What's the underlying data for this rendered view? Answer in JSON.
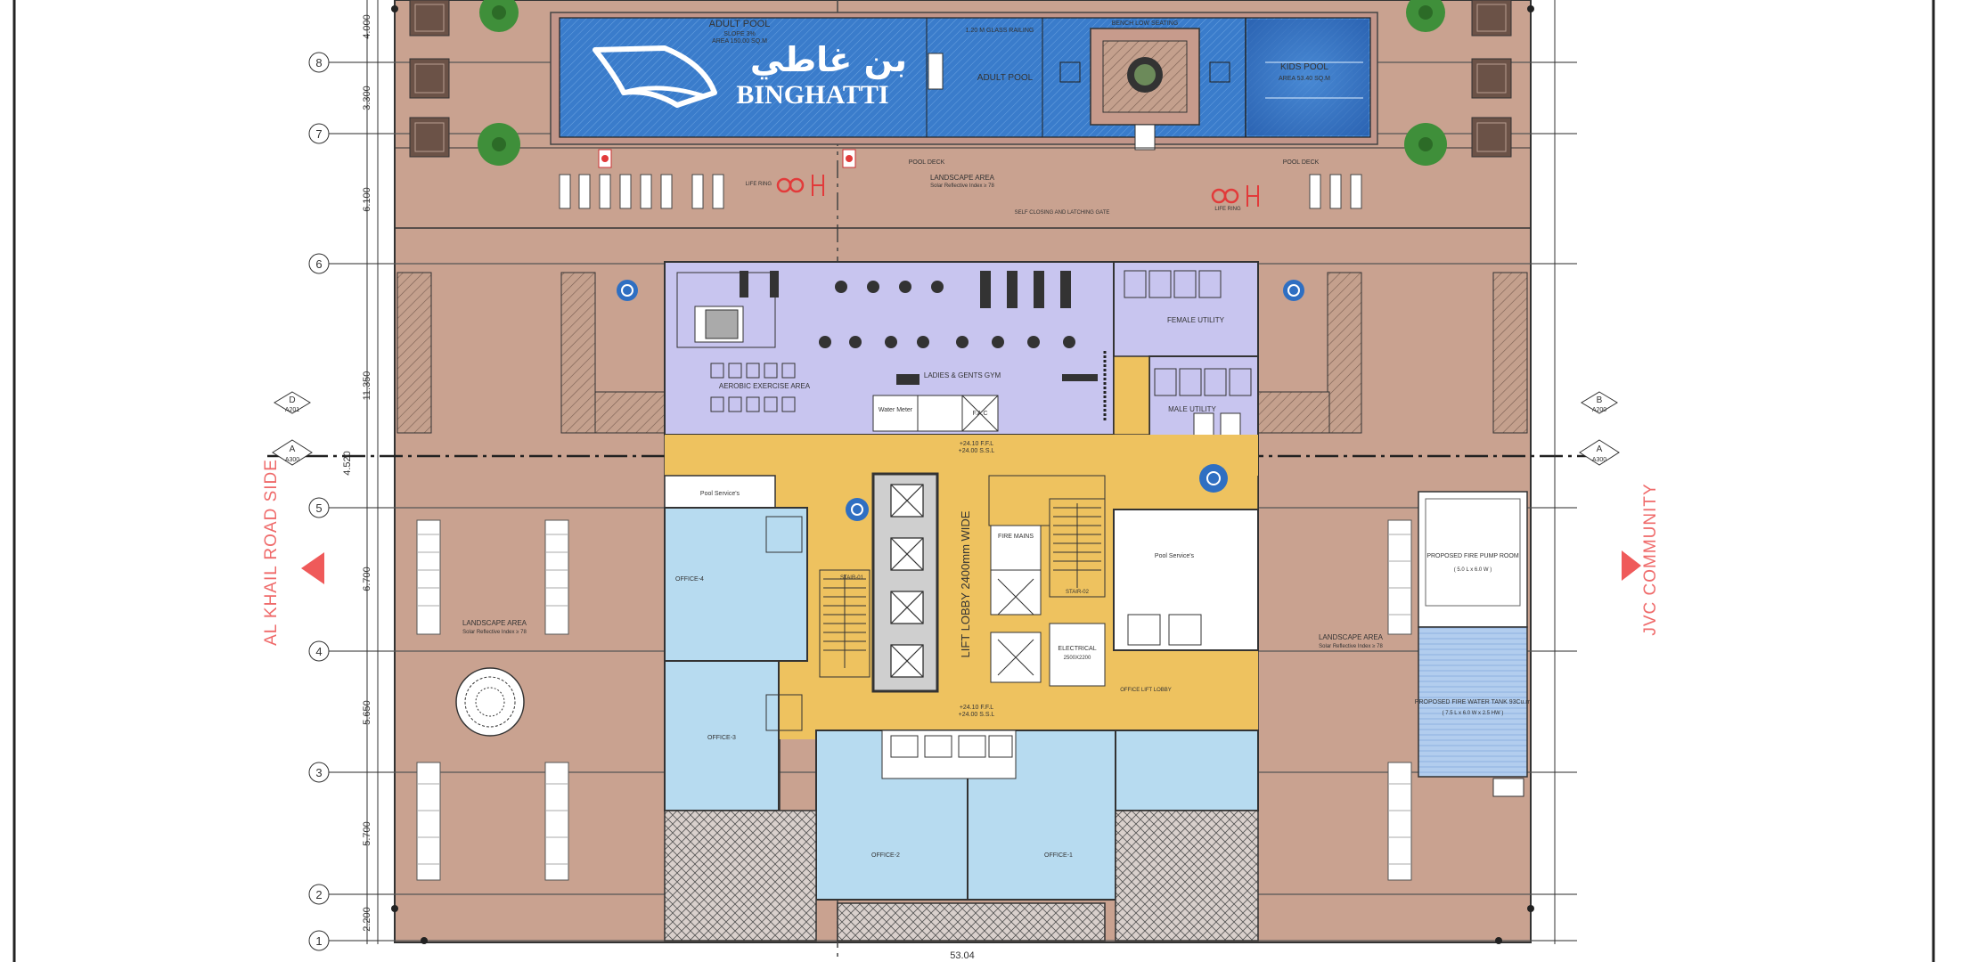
{
  "brand": {
    "name": "BINGHATTI",
    "name_arabic": "بن غاطي"
  },
  "pools": {
    "adult_pool_heading": "ADULT POOL",
    "adult_pool_sub1": "SLOPE 3%",
    "adult_pool_sub2": "AREA 150.00 SQ.M",
    "adult_pool_label": "ADULT POOL",
    "kids_pool_label": "KIDS POOL",
    "kids_pool_area": "AREA 53.40 SQ.M",
    "railing_label": "1.20 M GLASS RAILING",
    "pool_deck": "POOL DECK",
    "bench": "BENCH LOW SEATING",
    "life_ring": "LIFE RING",
    "landscape": "LANDSCAPE AREA",
    "landscape_sub": "Solar Reflective Index ≥ 78",
    "gate": "SELF CLOSING AND LATCHING GATE"
  },
  "rooms": {
    "aerobic": "AEROBIC EXERCISE AREA",
    "gym": "LADIES & GENTS GYM",
    "female_utility": "FEMALE UTILITY",
    "male_utility": "MALE UTILITY",
    "water_meter": "Water Meter",
    "fac": "F.A.C",
    "pool_services": "Pool Service's",
    "lift_lobby": "LIFT LOBBY 2400mm WIDE",
    "fire_mains": "FIRE MAINS",
    "electrical": "ELECTRICAL",
    "electrical_size": "2500X2200",
    "stair1": "STAIR-01",
    "stair2": "STAIR-02",
    "office_lift_lobby": "OFFICE LIFT LOBBY",
    "office1": "OFFICE-1",
    "office2": "OFFICE-2",
    "office3": "OFFICE-3",
    "office4": "OFFICE-4",
    "fire_pump": "PROPOSED FIRE PUMP ROOM",
    "fire_pump_size": "( 5.0 L x 6.0 W )",
    "fire_tank": "PROPOSED FIRE WATER TANK 93Cu.m",
    "fire_tank_size": "( 7.5 L x 6.0 W x 2.5 HW )",
    "landscape_left": "LANDSCAPE AREA",
    "landscape_right": "LANDSCAPE AREA",
    "landscape_sub": "Solar Reflective Index ≥ 78"
  },
  "sides": {
    "left": "AL KHAIL ROAD SIDE",
    "right": "JVC COMMUNITY"
  },
  "grid_rows": [
    "8",
    "7",
    "6",
    "5",
    "4",
    "3",
    "2",
    "1"
  ],
  "grid_dims": [
    "4.000",
    "3.300",
    "6.100",
    "11.350",
    "4.520",
    "6.700",
    "5.650",
    "5.700",
    "2.200"
  ],
  "section_marks": {
    "d": "D",
    "d_ref": "A201",
    "a": "A",
    "a_ref": "A300",
    "b": "B",
    "b_ref": "A200"
  },
  "levels": {
    "ffl": "+24.10 F.F.L",
    "ssl": "+24.00 S.S.L"
  },
  "bottom_dim": "53.04",
  "colors": {
    "terrace": "#c9a290",
    "gym": "#c8c5ef",
    "office": "#b7dbf0",
    "lobby": "#eec25f",
    "pool": "#2f6fc2",
    "tree": "#3f8f3a",
    "arrow": "#ef5a5a"
  }
}
